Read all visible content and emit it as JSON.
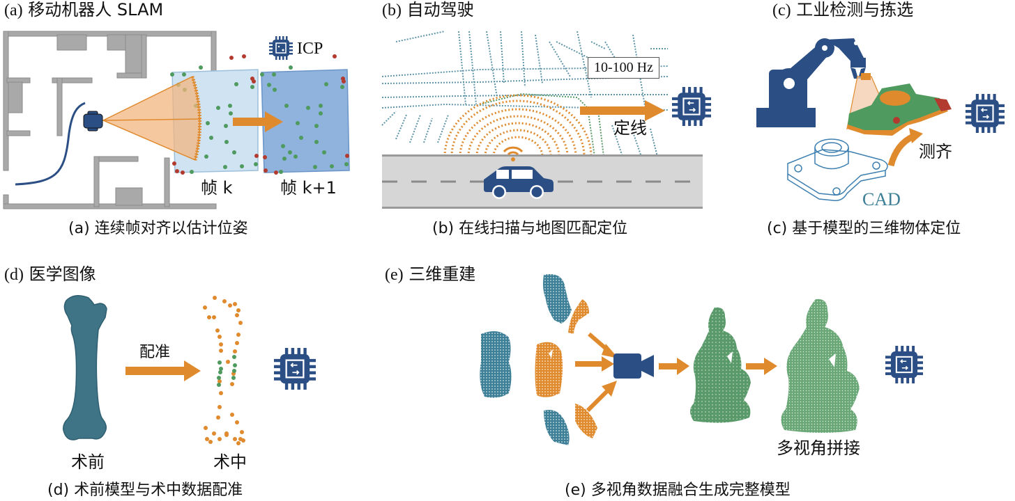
{
  "colors": {
    "navy": "#2b4f85",
    "orange": "#e08a2e",
    "green": "#4f9a5e",
    "teal": "#3d7f96",
    "red": "#b33a2e",
    "wall_gray": "#a9a9a9",
    "road_gray": "#d6d6d6",
    "frame_light_blue": "#cfe3f2",
    "frame_blue": "#7fa7d6",
    "bone_teal": "#3f7487"
  },
  "panels": {
    "a": {
      "title_prefix": "(a)",
      "title": "移动机器人 SLAM",
      "chip_label": "ICP",
      "frame_k_label": "帧 k",
      "frame_k1_label": "帧 k+1",
      "caption": "(a) 连续帧对齐以估计位姿",
      "icons": [
        "robot-icon",
        "chip-icon",
        "lidar-fov-cone",
        "arrow-right"
      ]
    },
    "b": {
      "title_prefix": "(b)",
      "title": "自动驾驶",
      "rate_label": "10-100 Hz",
      "arrow_label": "定线",
      "caption": "(b) 在线扫描与地图匹配定位",
      "icons": [
        "car-icon",
        "wifi-signal-icon",
        "chip-icon",
        "arrow-right"
      ]
    },
    "c": {
      "title_prefix": "(c)",
      "title": "工业检测与拣选",
      "cad_label": "CAD",
      "arrow_label": "测齐",
      "caption": "(c) 基于模型的三维物体定位",
      "icons": [
        "robot-arm-icon",
        "chip-icon",
        "cad-part-outline",
        "curved-arrow"
      ]
    },
    "d": {
      "title_prefix": "(d)",
      "title": "医学图像",
      "arrow_label": "配准",
      "pre_label": "术前",
      "intra_label": "术中",
      "caption": "(d) 术前模型与术中数据配准",
      "icons": [
        "femur-bone-shape",
        "point-cloud-bone",
        "chip-icon",
        "arrow-right"
      ]
    },
    "e": {
      "title_prefix": "(e)",
      "title": "三维重建",
      "stitch_label": "多视角拼接",
      "caption": "(e) 多视角数据融合生成完整模型",
      "icons": [
        "partial-scan-clouds",
        "video-camera-icon",
        "statue-point-cloud",
        "chip-icon",
        "arrow-right"
      ]
    }
  }
}
